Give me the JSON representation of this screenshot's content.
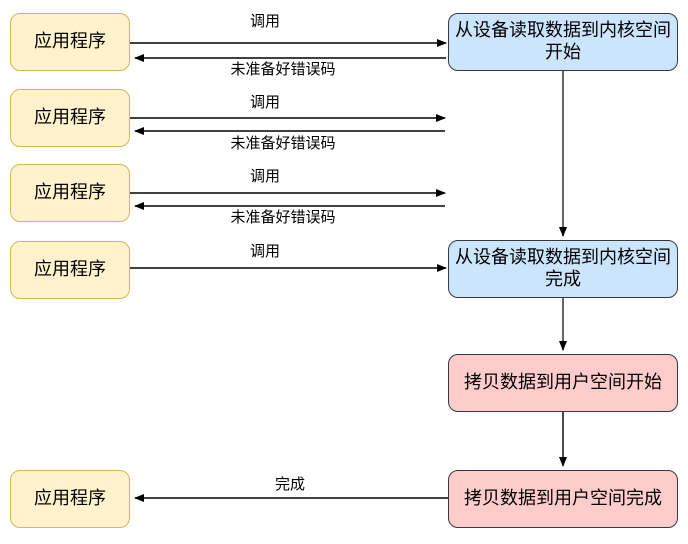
{
  "diagram": {
    "interaction_rows": [
      {
        "app": "应用程序",
        "call": "调用",
        "error": "未准备好错误码"
      },
      {
        "app": "应用程序",
        "call": "调用",
        "error": "未准备好错误码"
      },
      {
        "app": "应用程序",
        "call": "调用",
        "error": "未准备好错误码"
      },
      {
        "app": "应用程序",
        "call": "调用"
      }
    ],
    "final_row": {
      "app": "应用程序",
      "done": "完成"
    },
    "stages": [
      {
        "label": "从设备读取数据到内核空间\n开始",
        "kind": "kernel"
      },
      {
        "label": "从设备读取数据到内核空间\n完成",
        "kind": "kernel"
      },
      {
        "label": "拷贝数据到用户空间开始",
        "kind": "user"
      },
      {
        "label": "拷贝数据到用户空间完成",
        "kind": "user"
      }
    ],
    "colors": {
      "app_fill": "#FFF2CC",
      "app_border": "#D6B656",
      "kernel_fill": "#CCE5FF",
      "user_fill": "#FFCCCC",
      "stage_border": "#36393D",
      "connector": "#666666",
      "arrow": "#000000"
    }
  }
}
